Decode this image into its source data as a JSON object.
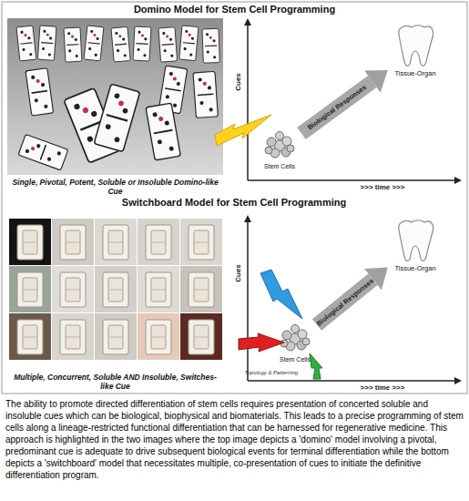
{
  "diagram": {
    "title": "Domino Model for Stem Cell Programming",
    "caption": "The ability to promote directed differentiation of stem cells requires presentation of concerted soluble and insoluble cues which can be biological, biophysical and biomaterials. This leads to a precise programming of stem cells along a lineage-restricted functional differentiation that can be harnessed for regenerative medicine. This approach is highlighted in the two images where the top image depicts a 'domino' model involving a pivotal, predominant cue is adequate to drive subsequent biological events for terminal differentiation while the bottom depicts a 'switchboard' model that necessitates multiple, co-presentation of cues to initiate the definitive differentiation program.",
    "nodes": [
      {
        "text": [
          "Single, Pivotal, Potent, Soluble or Insoluble Domino-like Cue"
        ]
      },
      {
        "text": [
          "Stem Cells"
        ]
      },
      {
        "text": [
          "Tissue-Organ"
        ]
      },
      {
        "text": [
          "Multiple, Concurrent, Soluble AND Insoluble, Switches-like Cue"
        ]
      },
      {
        "text": [
          "Stem Cells"
        ]
      },
      {
        "text": [
          "Tissue-Organ"
        ]
      }
    ],
    "edges": [
      {
        "from": 1,
        "to": 2,
        "arrow": "to",
        "label": "Biological Responses"
      },
      {
        "from": 4,
        "to": 5,
        "arrow": "to",
        "label": "Biological Responses"
      }
    ],
    "labels": [
      "Switchboard Model for Stem Cell Programming",
      "Cues",
      ">>> time >>>",
      "Cues",
      ">>> time >>>",
      "Topology & Patterning"
    ]
  }
}
